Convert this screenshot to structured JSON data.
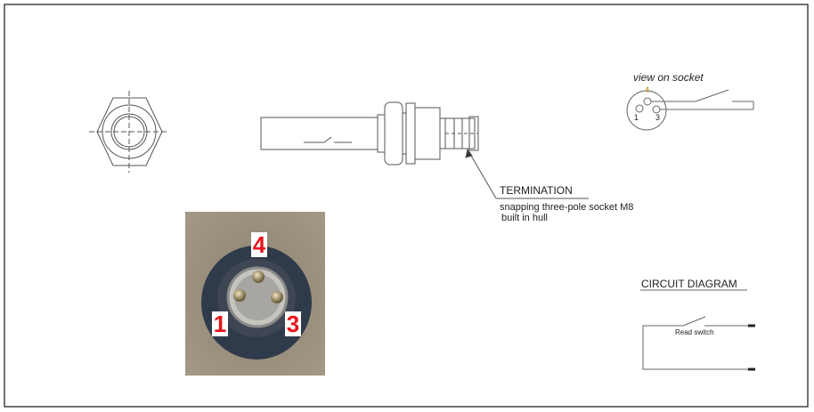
{
  "socket_view": {
    "title": "view on socket",
    "pins": [
      "4",
      "1",
      "3"
    ]
  },
  "termination": {
    "title": "TERMINATION",
    "line1": "snapping three-pole socket M8",
    "line2": "built in hull"
  },
  "circuit": {
    "title": "CIRCUIT DIAGRAM",
    "switch_label": "Read switch"
  },
  "photo": {
    "pin_labels": [
      "4",
      "1",
      "3"
    ]
  },
  "colors": {
    "pin_label": "#e8141b",
    "line": "#555555"
  }
}
